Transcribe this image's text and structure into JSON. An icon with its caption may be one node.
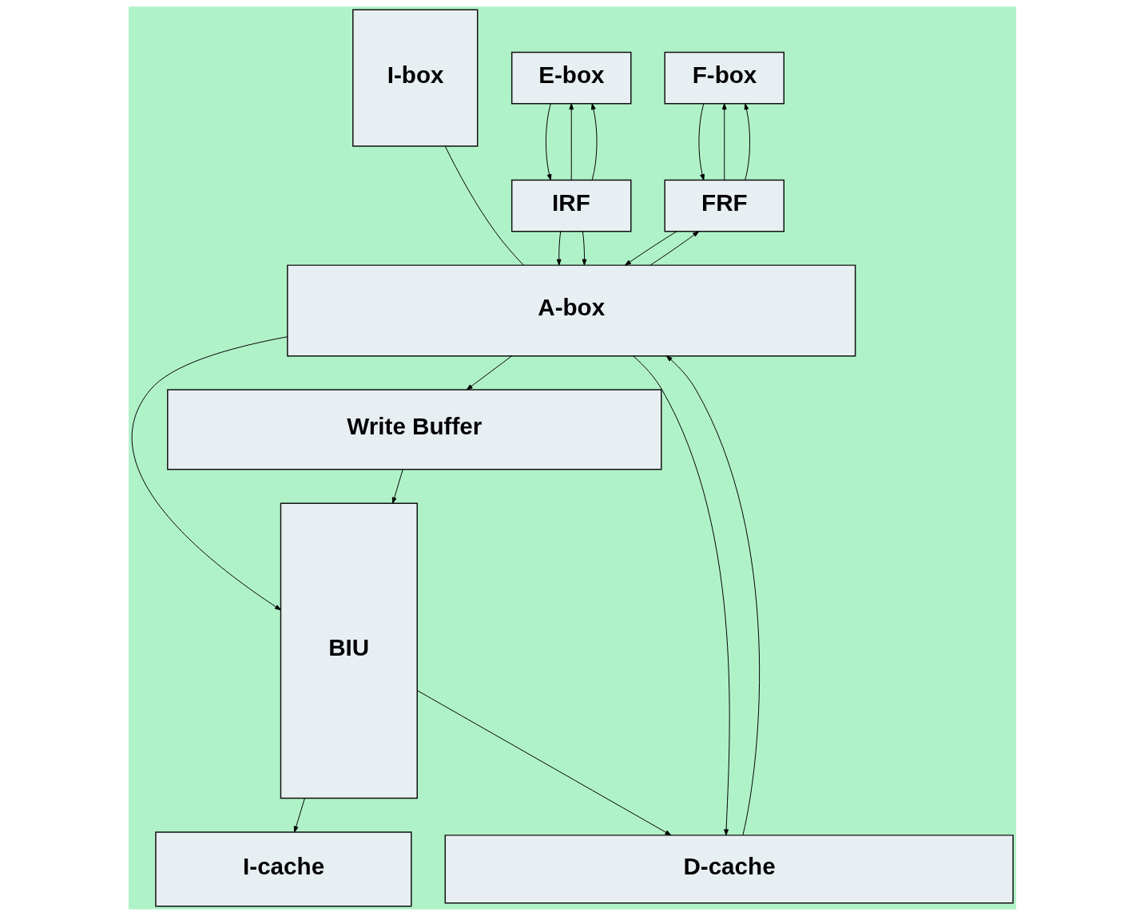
{
  "diagram": {
    "nodes": [
      {
        "text": [
          "I-cache"
        ]
      },
      {
        "text": [
          "BIU"
        ]
      },
      {
        "text": [
          "E-box"
        ]
      },
      {
        "text": [
          "I-box"
        ]
      },
      {
        "text": [
          "F-box"
        ]
      },
      {
        "text": [
          "IRF"
        ]
      },
      {
        "text": [
          "FRF"
        ]
      },
      {
        "text": [
          "A-box"
        ]
      },
      {
        "text": [
          "Write Buffer"
        ]
      },
      {
        "text": [
          "D-cache"
        ]
      }
    ],
    "edges": [
      {
        "from": 1,
        "to": 0,
        "arrow": "to"
      },
      {
        "from": 1,
        "to": 9,
        "arrow": "to"
      },
      {
        "from": 8,
        "to": 1,
        "arrow": "to"
      },
      {
        "from": 7,
        "to": 1,
        "arrow": "to"
      },
      {
        "from": 5,
        "to": 2,
        "arrow": "to"
      },
      {
        "from": 5,
        "to": 2,
        "arrow": "to"
      },
      {
        "from": 2,
        "to": 5,
        "arrow": "to"
      },
      {
        "from": 5,
        "to": 7,
        "arrow": "to"
      },
      {
        "from": 5,
        "to": 7,
        "arrow": "to"
      },
      {
        "from": 6,
        "to": 7,
        "arrow": "to"
      },
      {
        "from": 3,
        "to": 7,
        "arrow": "none"
      },
      {
        "from": 7,
        "to": 6,
        "arrow": "to"
      },
      {
        "from": 6,
        "to": 4,
        "arrow": "to"
      },
      {
        "from": 6,
        "to": 4,
        "arrow": "to"
      },
      {
        "from": 4,
        "to": 6,
        "arrow": "to"
      },
      {
        "from": 7,
        "to": 9,
        "arrow": "to"
      },
      {
        "from": 7,
        "to": 8,
        "arrow": "to"
      },
      {
        "from": 9,
        "to": 7,
        "arrow": "to"
      }
    ]
  }
}
